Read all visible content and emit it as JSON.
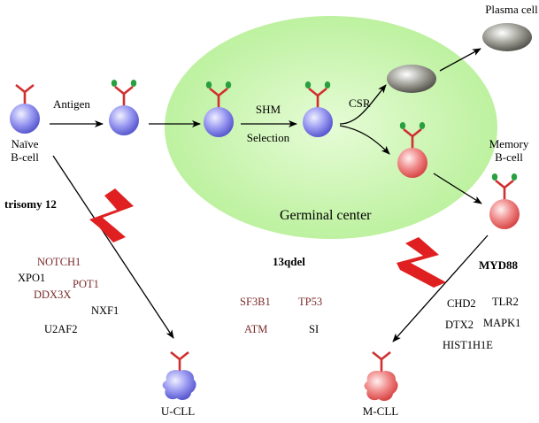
{
  "labels": {
    "naive_line1": "Naïve",
    "naive_line2": "B-cell",
    "antigen": "Antigen",
    "shm": "SHM",
    "selection": "Selection",
    "csr": "CSR",
    "plasma_cell": "Plasma cell",
    "memory_line1": "Memory",
    "memory_line2": "B-cell",
    "germinal_center": "Germinal center",
    "trisomy12": "trisomy 12",
    "del13q": "13qdel",
    "myd88": "MYD88",
    "ucll": "U-CLL",
    "mcll": "M-CLL"
  },
  "genes_ucll": [
    {
      "name": "NOTCH1",
      "color": "#7a2a2a"
    },
    {
      "name": "XPO1",
      "color": "#000000"
    },
    {
      "name": "POT1",
      "color": "#7a2a2a"
    },
    {
      "name": "DDX3X",
      "color": "#7a2a2a"
    },
    {
      "name": "NXF1",
      "color": "#000000"
    },
    {
      "name": "U2AF2",
      "color": "#000000"
    }
  ],
  "genes_shared": [
    {
      "name": "SF3B1",
      "color": "#7a2a2a"
    },
    {
      "name": "TP53",
      "color": "#7a2a2a"
    },
    {
      "name": "ATM",
      "color": "#7a2a2a"
    },
    {
      "name": "SI",
      "color": "#000000"
    }
  ],
  "genes_mcll": [
    {
      "name": "CHD2",
      "color": "#000000"
    },
    {
      "name": "TLR2",
      "color": "#000000"
    },
    {
      "name": "DTX2",
      "color": "#000000"
    },
    {
      "name": "MAPK1",
      "color": "#000000"
    },
    {
      "name": "HIST1H1E",
      "color": "#000000"
    }
  ],
  "colors": {
    "germinal_center_fill": "#c8f5b0",
    "naive_cell": "#8c8cf0",
    "memory_cell": "#f07878",
    "plasma_cell": "#8a8a82",
    "antibody": "#d03030",
    "antigen": "#28a040",
    "lightning": "#e02020"
  }
}
